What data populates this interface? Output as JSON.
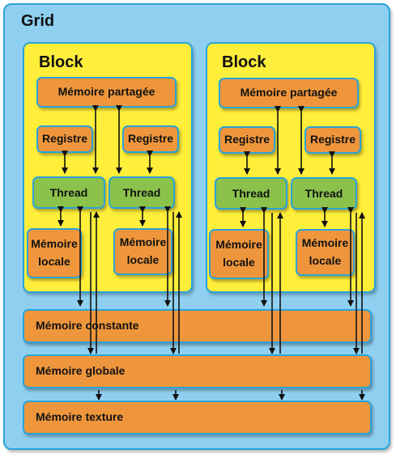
{
  "grid": {
    "title": "Grid"
  },
  "blocks": [
    {
      "title": "Block",
      "shared_memory": "Mémoire partagée",
      "threads": [
        {
          "register": "Registre",
          "thread": "Thread",
          "local_memory": "Mémoire\nlocale"
        },
        {
          "register": "Registre",
          "thread": "Thread",
          "local_memory": "Mémoire\nlocale"
        }
      ]
    },
    {
      "title": "Block",
      "shared_memory": "Mémoire partagée",
      "threads": [
        {
          "register": "Registre",
          "thread": "Thread",
          "local_memory": "Mémoire\nlocale"
        },
        {
          "register": "Registre",
          "thread": "Thread",
          "local_memory": "Mémoire\nlocale"
        }
      ]
    }
  ],
  "constant_memory": "Mémoire constante",
  "global_memory": "Mémoire globale",
  "texture_memory": "Mémoire texture",
  "colors": {
    "grid": "#8fd0f1",
    "block": "#ffee3a",
    "memory": "#ef963c",
    "thread": "#8bc24b",
    "border": "#29a3d9"
  }
}
